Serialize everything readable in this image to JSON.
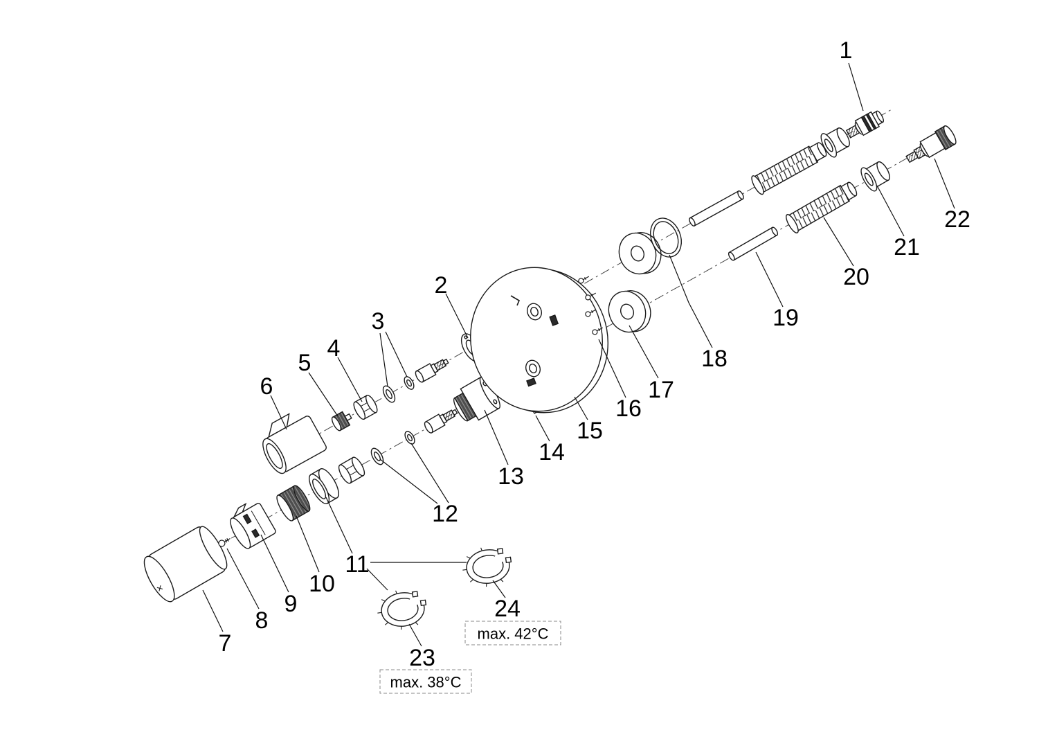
{
  "diagram": {
    "kind": "exploded-parts-diagram",
    "colors": {
      "line": "#1a1a1a",
      "background": "#ffffff"
    },
    "callouts": {
      "c1": "1",
      "c2": "2",
      "c3": "3",
      "c4": "4",
      "c5": "5",
      "c6": "6",
      "c7": "7",
      "c8": "8",
      "c9": "9",
      "c10": "10",
      "c11": "11",
      "c12": "12",
      "c13": "13",
      "c14": "14",
      "c15": "15",
      "c16": "16",
      "c17": "17",
      "c18": "18",
      "c19": "19",
      "c20": "20",
      "c21": "21",
      "c22": "22",
      "c23": "23",
      "c24": "24"
    },
    "notes": {
      "max42": "max. 42°C",
      "max38": "max. 38°C"
    }
  }
}
